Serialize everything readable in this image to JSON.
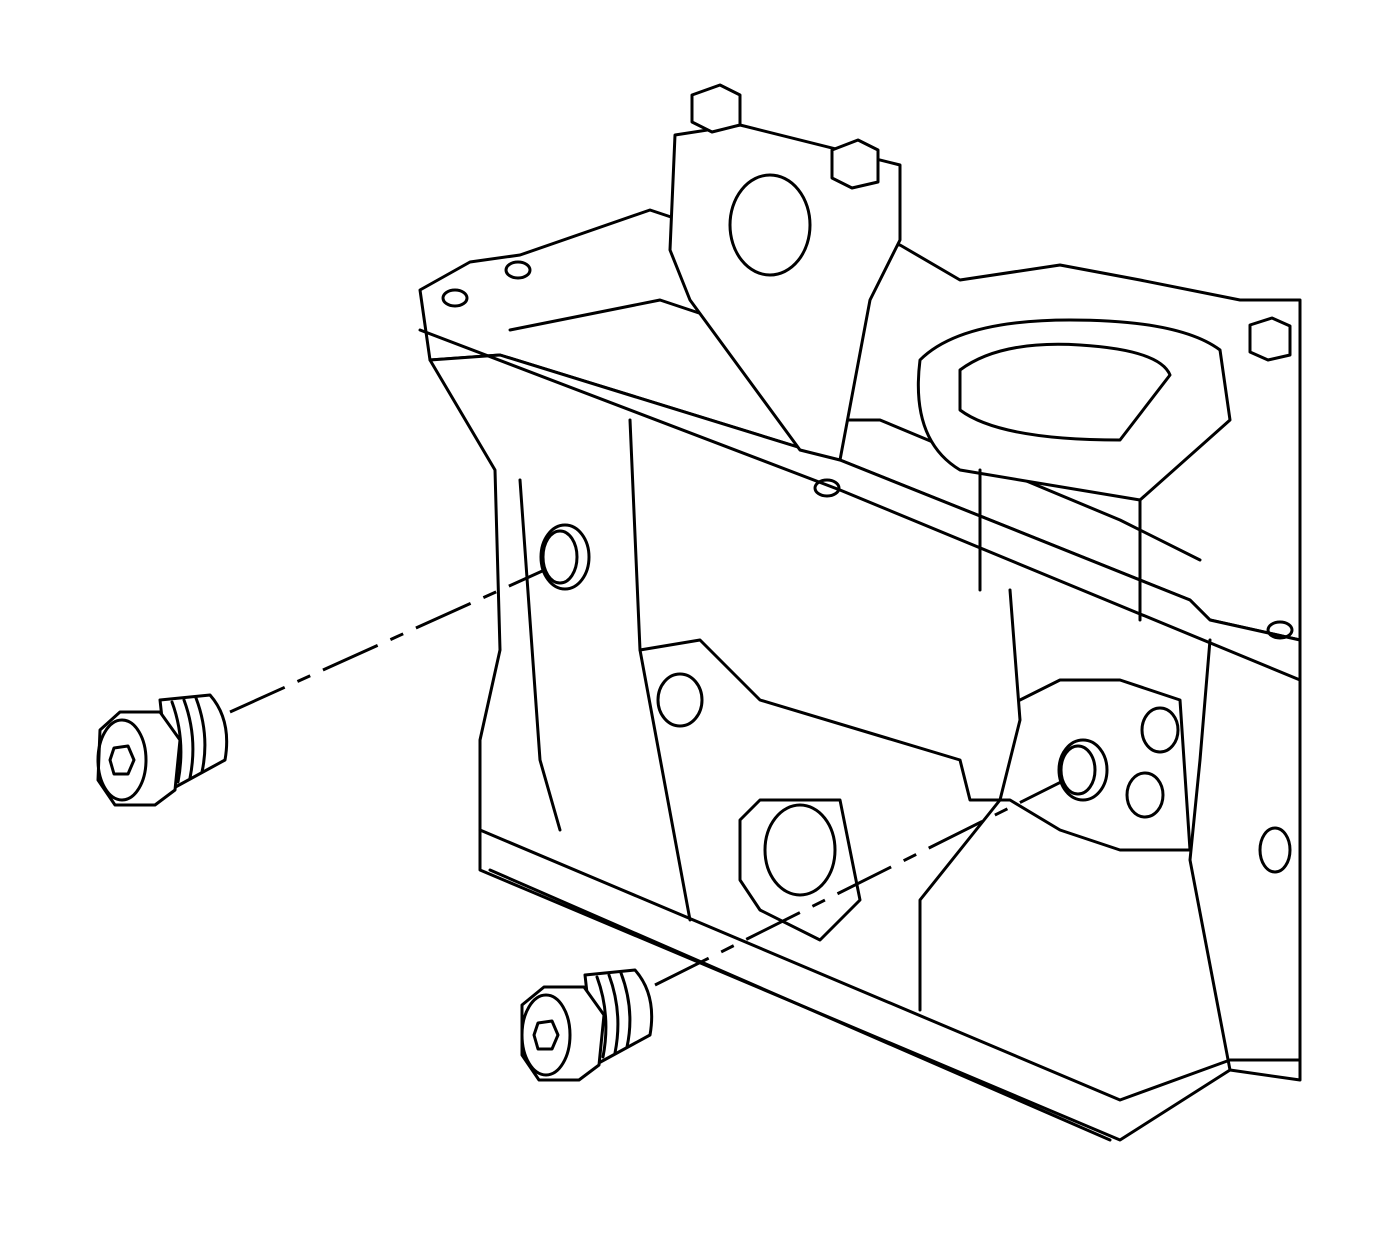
{
  "colors": {
    "line": "#000000",
    "background": "#ffffff"
  },
  "components": [
    "cylinder-head",
    "plug-upper",
    "plug-lower",
    "plug-hole-upper",
    "plug-hole-lower",
    "bearing-cap",
    "cap-bolts",
    "leader-lines"
  ]
}
